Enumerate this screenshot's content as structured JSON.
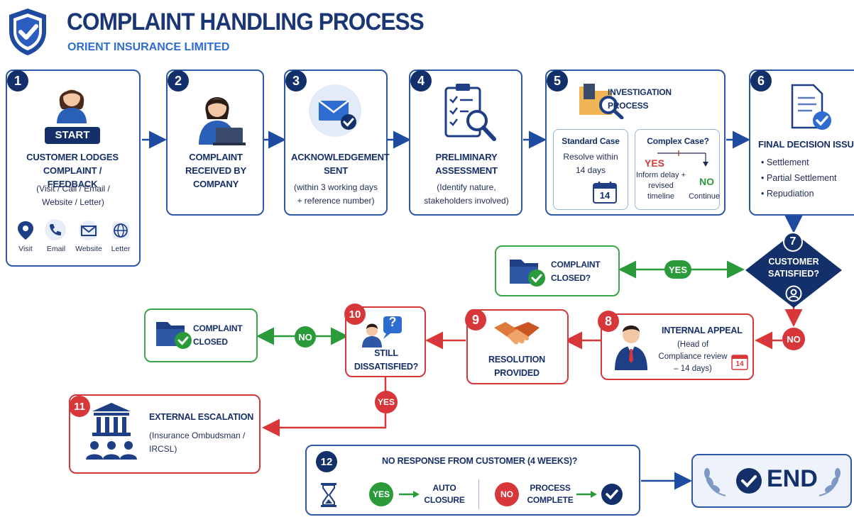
{
  "header": {
    "title": "COMPLAINT HANDLING PROCESS",
    "subtitle": "ORIENT INSURANCE LIMITED",
    "logo_icon": "shield-check-icon"
  },
  "step1": {
    "num": "1",
    "start": "START",
    "title": "CUSTOMER LODGES COMPLAINT / FEEDBACK",
    "detail": "(Visit / Call / Email / Website / Letter)",
    "channels": [
      "Visit",
      "Email",
      "Website",
      "Letter"
    ]
  },
  "step2": {
    "num": "2",
    "title": "COMPLAINT RECEIVED BY COMPANY"
  },
  "step3": {
    "num": "3",
    "title": "ACKNOWLEDGEMENT SENT",
    "detail": "(within 3 working days + reference number)"
  },
  "step4": {
    "num": "4",
    "title": "PRELIMINARY ASSESSMENT",
    "detail": "(Identify nature, stakeholders involved)"
  },
  "step5": {
    "num": "5",
    "title": "INVESTIGATION PROCESS",
    "standard_title": "Standard Case",
    "standard_detail": "Resolve within 14 days",
    "calendar": "14",
    "complex_title": "Complex Case?",
    "yes": "YES",
    "yes_detail": "Inform delay + revised timeline",
    "no": "NO",
    "no_detail": "Continue"
  },
  "step6": {
    "num": "6",
    "title": "FINAL DECISION ISSUED",
    "items": [
      "Settlement",
      "Partial Settlement",
      "Repudiation"
    ]
  },
  "step7": {
    "num": "7",
    "title": "CUSTOMER SATISFIED?"
  },
  "closed_q": {
    "title": "COMPLAINT CLOSED?"
  },
  "yes_label": "YES",
  "no_label": "NO",
  "step8": {
    "num": "8",
    "title": "INTERNAL APPEAL",
    "detail": "(Head of Compliance review – 14 days)",
    "calendar": "14"
  },
  "step9": {
    "num": "9",
    "title": "RESOLUTION PROVIDED"
  },
  "step10": {
    "num": "10",
    "title": "STILL DISSATISFIED?",
    "q": "?"
  },
  "closed2": {
    "title": "COMPLAINT CLOSED"
  },
  "step11": {
    "num": "11",
    "title": "EXTERNAL ESCALATION",
    "detail": "(Insurance Ombudsman / IRCSL)"
  },
  "step12": {
    "num": "12",
    "title": "NO RESPONSE FROM CUSTOMER (4 WEEKS)?",
    "yes": "YES",
    "yes_result": "AUTO CLOSURE",
    "no": "NO",
    "no_result": "PROCESS COMPLETE"
  },
  "end": {
    "label": "END"
  },
  "colors": {
    "navy": "#14306b",
    "blue": "#2e58a6",
    "green": "#2a9a3b",
    "red": "#d8373a"
  }
}
